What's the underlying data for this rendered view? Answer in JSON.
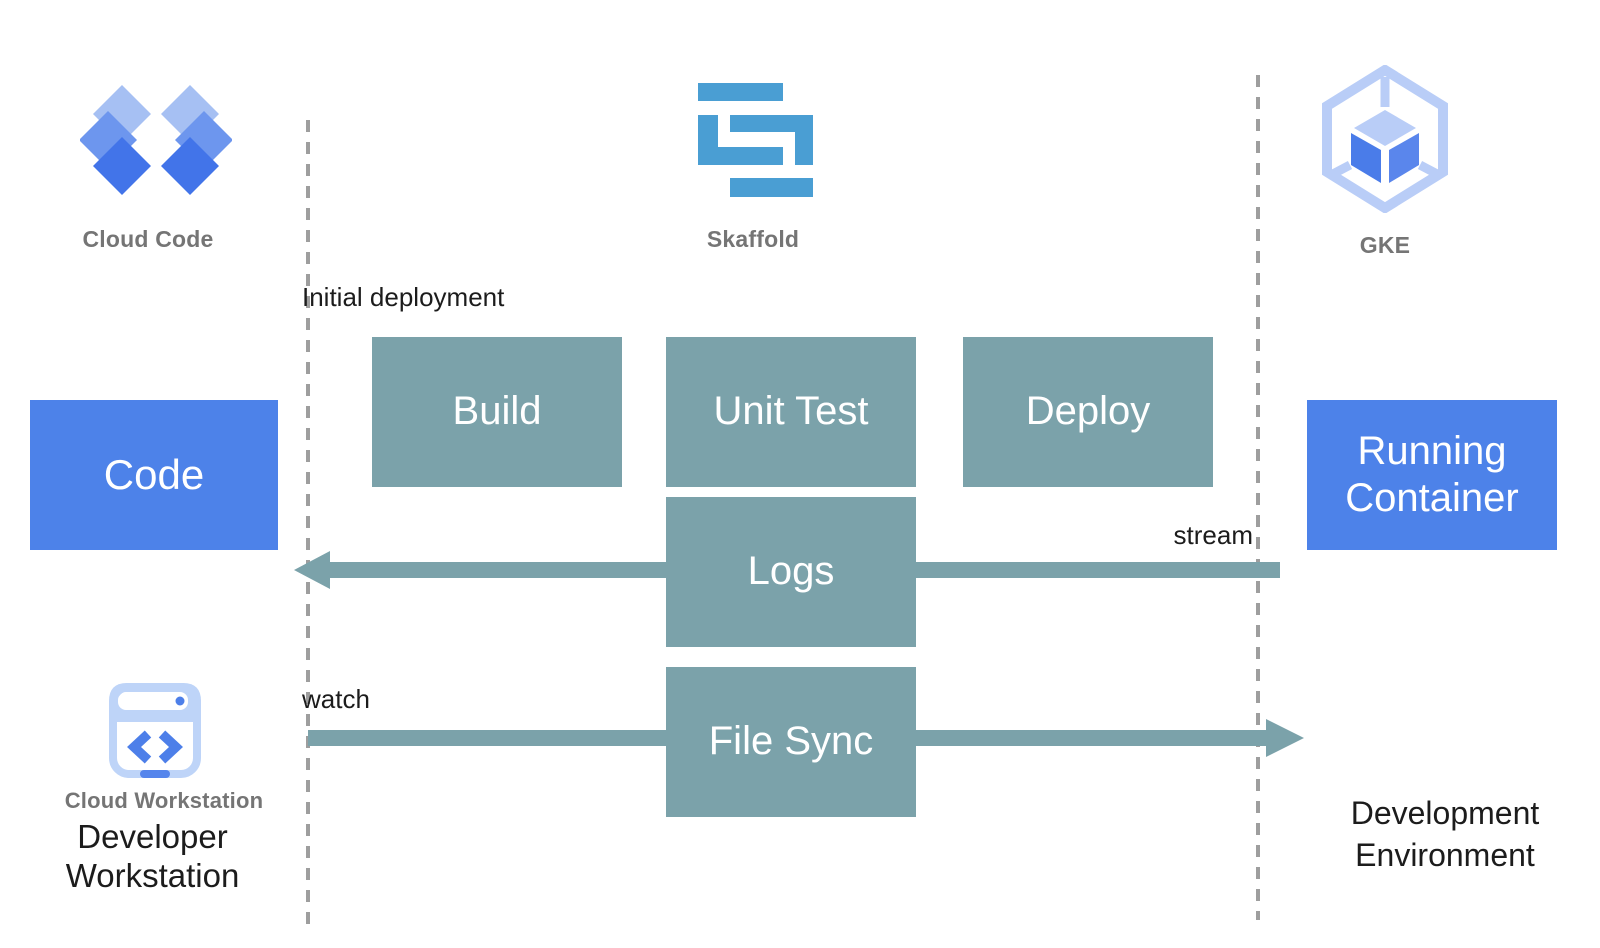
{
  "diagram": {
    "icons": {
      "cloud_code": {
        "label": "Cloud Code"
      },
      "skaffold": {
        "label": "Skaffold"
      },
      "gke": {
        "label": "GKE"
      },
      "cloud_workstation": {
        "label": "Cloud Workstation"
      }
    },
    "nodes": {
      "code": "Code",
      "build": "Build",
      "unit_test": "Unit Test",
      "deploy": "Deploy",
      "logs": "Logs",
      "file_sync": "File Sync",
      "running_container": "Running Container"
    },
    "annotations": {
      "initial_deployment": "Initial deployment",
      "stream": "stream",
      "watch": "watch"
    },
    "footers": {
      "developer_workstation": "Developer Workstation",
      "development_environment": "Development Environment"
    },
    "colors": {
      "node_blue": "#4d82e9",
      "node_teal": "#7ba2aa",
      "skaffold_blue": "#4a9ed3",
      "icon_light_blue": "#bed4f8",
      "icon_mid_blue": "#6d96ee",
      "icon_dark_blue": "#4274e9",
      "caption_gray": "#757575",
      "dashed_line_gray": "#9e9e9e",
      "text_black": "#1c1c1c"
    }
  }
}
